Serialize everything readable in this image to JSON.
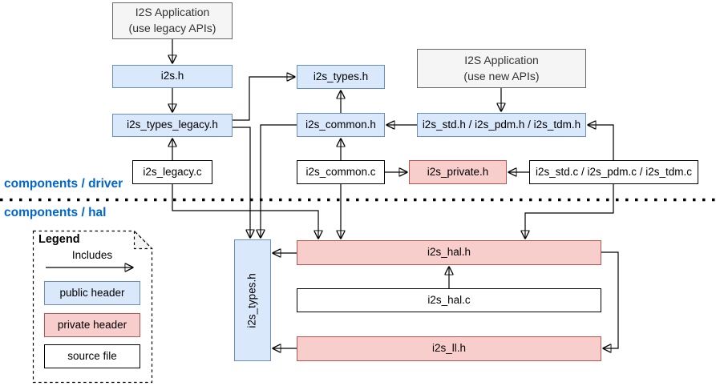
{
  "sections": {
    "driver": "components / driver",
    "hal": "components / hal"
  },
  "nodes": {
    "app_legacy": {
      "line1": "I2S Application",
      "line2": "(use legacy APIs)"
    },
    "app_new": {
      "line1": "I2S Application",
      "line2": "(use new APIs)"
    },
    "i2s_h": "i2s.h",
    "i2s_types_legacy_h": "i2s_types_legacy.h",
    "i2s_legacy_c": "i2s_legacy.c",
    "i2s_types_h": "i2s_types.h",
    "i2s_common_h": "i2s_common.h",
    "i2s_common_c": "i2s_common.c",
    "i2s_std_h": "i2s_std.h / i2s_pdm.h / i2s_tdm.h",
    "i2s_private_h": "i2s_private.h",
    "i2s_std_c": "i2s_std.c / i2s_pdm.c / i2s_tdm.c",
    "hal_i2s_types_h": "i2s_types.h",
    "i2s_hal_h": "i2s_hal.h",
    "i2s_hal_c": "i2s_hal.c",
    "i2s_ll_h": "i2s_ll.h"
  },
  "legend": {
    "title": "Legend",
    "arrow_label": "Includes",
    "public_header": "public header",
    "private_header": "private header",
    "source_file": "source file"
  },
  "colors": {
    "public_header_fill": "#dae8fc",
    "public_header_stroke": "#6c8ebf",
    "private_header_fill": "#f8cecc",
    "private_header_stroke": "#b85450",
    "application_fill": "#f5f5f5",
    "application_stroke": "#666666",
    "source_file_fill": "#ffffff",
    "section_label_color": "#0066CC",
    "edge_color": "#000000"
  }
}
